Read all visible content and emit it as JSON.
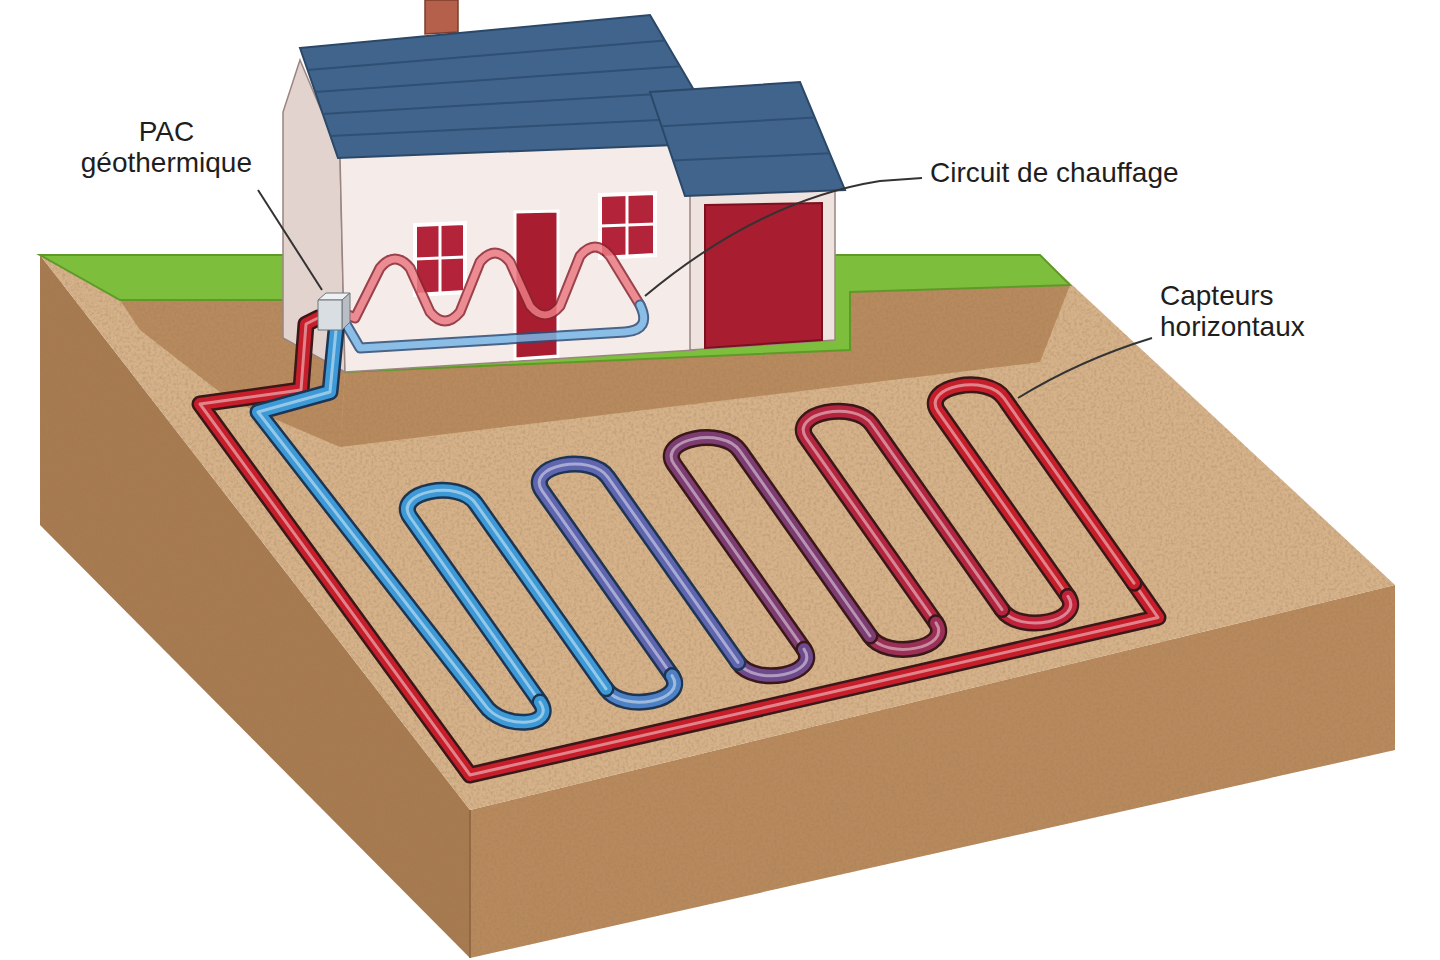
{
  "diagram": {
    "labels": [
      "PAC géothermique",
      "Circuit de chauffage",
      "Capteurs horizontaux"
    ]
  }
}
